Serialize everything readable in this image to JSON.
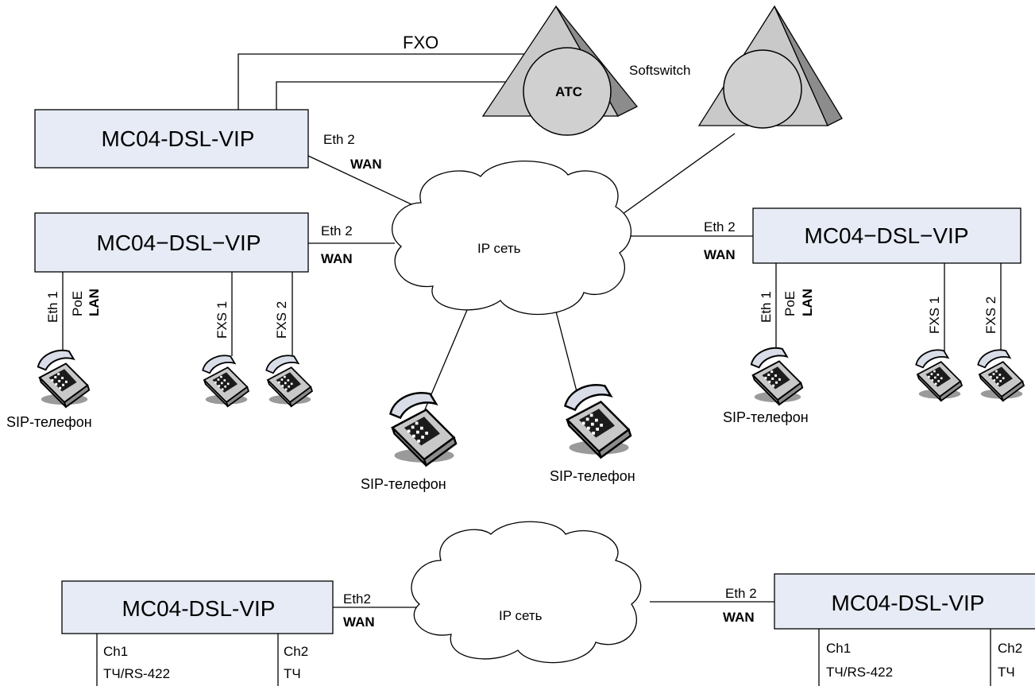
{
  "labels": {
    "fxo": "FXO",
    "atc": "АТС",
    "softswitch": "Softswitch",
    "ip_net": "IP сеть",
    "ip_net_2": "IP сеть",
    "eth2": "Eth 2",
    "eth2_compact": "Eth2",
    "wan": "WAN",
    "eth1": "Eth 1",
    "poe": "PoE",
    "lan": "LAN",
    "fxs1": "FXS 1",
    "fxs2": "FXS 2",
    "sip_phone": "SIP-телефон",
    "ch1": "Ch1",
    "ch2": "Ch2",
    "tch_rs422": "ТЧ/RS-422",
    "tch": "ТЧ"
  },
  "devices": {
    "top": "МС04-DSL-VIP",
    "left": "МС04−DSL−VIP",
    "right": "МС04−DSL−VIP",
    "bottom_left": "МС04-DSL-VIP",
    "bottom_right": "МС04-DSL-VIP"
  },
  "colors": {
    "device_fill": "#e6ebf5",
    "pyramid_front": "#c9c9c9",
    "pyramid_side": "#8c8c8c",
    "phone_fill": "#c8c8c8"
  }
}
